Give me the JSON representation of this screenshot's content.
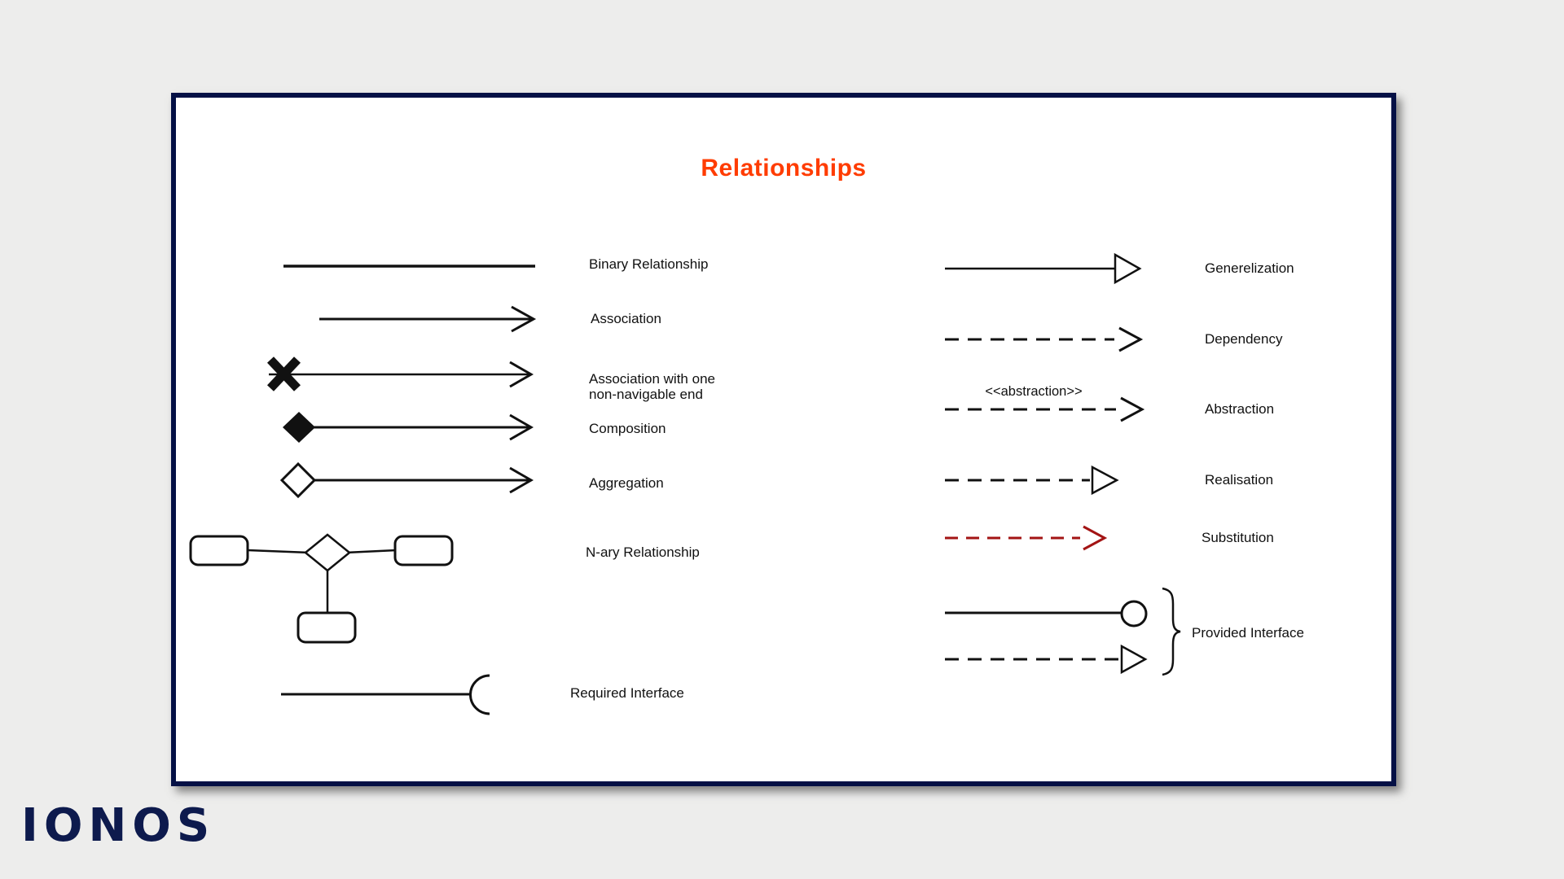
{
  "title": "Relationships",
  "left_column": {
    "binary": {
      "label": "Binary Relationship",
      "symbol": "solid-line"
    },
    "association": {
      "label": "Association",
      "symbol": "solid-line-open-arrow"
    },
    "association_non_navigable": {
      "label_line1": "Association with one",
      "label_line2": "non-navigable end",
      "symbol": "x-mark-line-open-arrow"
    },
    "composition": {
      "label": "Composition",
      "symbol": "filled-diamond-line-open-arrow"
    },
    "aggregation": {
      "label": "Aggregation",
      "symbol": "hollow-diamond-line-open-arrow"
    },
    "nary": {
      "label": "N-ary Relationship",
      "symbol": "three-rounded-boxes-joined-to-diamond"
    },
    "required_interface": {
      "label": "Required Interface",
      "symbol": "line-with-open-socket-half-circle"
    }
  },
  "right_column": {
    "generalization": {
      "label": "Generelization",
      "symbol": "solid-line-hollow-triangle"
    },
    "dependency": {
      "label": "Dependency",
      "symbol": "dashed-line-open-arrow"
    },
    "abstraction": {
      "label": "Abstraction",
      "stereotype": "<<abstraction>>",
      "symbol": "dashed-line-open-arrow-with-stereotype"
    },
    "realisation": {
      "label": "Realisation",
      "symbol": "dashed-line-hollow-triangle"
    },
    "substitution": {
      "label": "Substitution",
      "symbol": "red-dashed-line-open-arrow"
    },
    "provided_interface": {
      "label": "Provided Interface",
      "symbol": "solid-line-ball-plus-dashed-line-hollow-triangle-braced"
    }
  },
  "brand": {
    "logo_text": "IONOS"
  },
  "colors": {
    "background": "#EDEDEC",
    "card_border": "#041045",
    "title": "#FF3C00",
    "stroke": "#111111",
    "substitution_red": "#A31414",
    "logo_navy": "#0D1A4D"
  }
}
